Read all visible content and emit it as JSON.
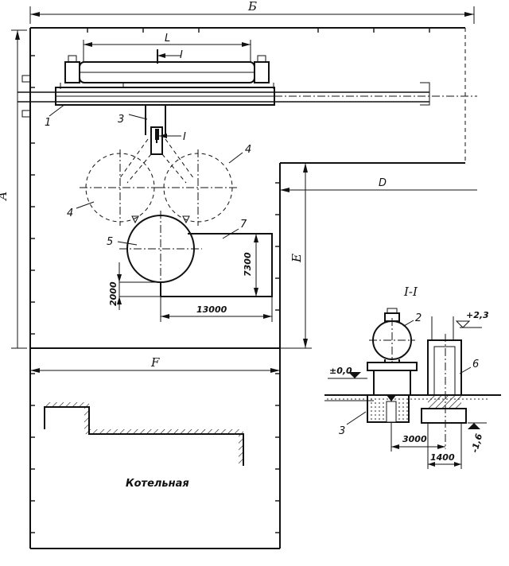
{
  "labels": {
    "dim_top": "Б",
    "dim_left": "А",
    "dim_l": "L",
    "dim_d": "D",
    "dim_e": "Е",
    "dim_f": "F",
    "section_mark_1": "I",
    "section_mark_2": "I",
    "section_title": "I-I",
    "boiler_room": "Котельная"
  },
  "callouts": {
    "c1": "1",
    "c3_plan": "3",
    "c4_right": "4",
    "c4_left": "4",
    "c5": "5",
    "c7": "7",
    "c2": "2",
    "c6": "6",
    "c3_section": "3"
  },
  "dimensions": {
    "d7300": "7300",
    "d2000": "2000",
    "d13000": "13000",
    "d3000": "3000",
    "d1400": "1400"
  },
  "elevations": {
    "e_plus23": "+2,3",
    "e_zero": "±0,0",
    "e_minus16": "-1,6"
  }
}
